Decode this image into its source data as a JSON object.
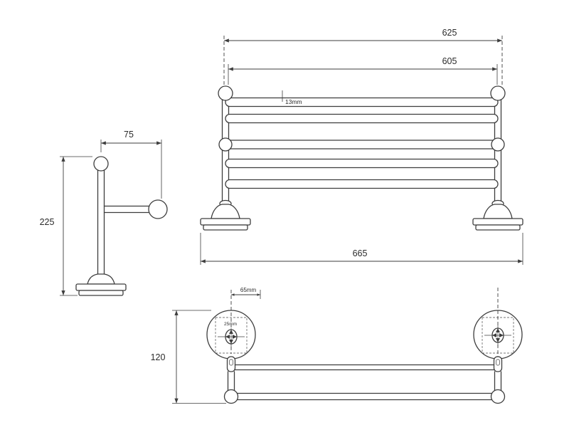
{
  "drawing": {
    "colors": {
      "background": "#ffffff",
      "line": "#3d3d3d",
      "text": "#2b2b2b"
    },
    "views": {
      "side": {
        "dims": {
          "arm_offset": "75",
          "height": "225"
        }
      },
      "front": {
        "dims": {
          "width_top": "625",
          "width_inner": "605",
          "bar_diameter": "13mm",
          "width_base": "665"
        }
      },
      "top": {
        "dims": {
          "plate_offset": "65mm",
          "hole_spacing": "25mm",
          "depth": "120"
        }
      }
    }
  }
}
